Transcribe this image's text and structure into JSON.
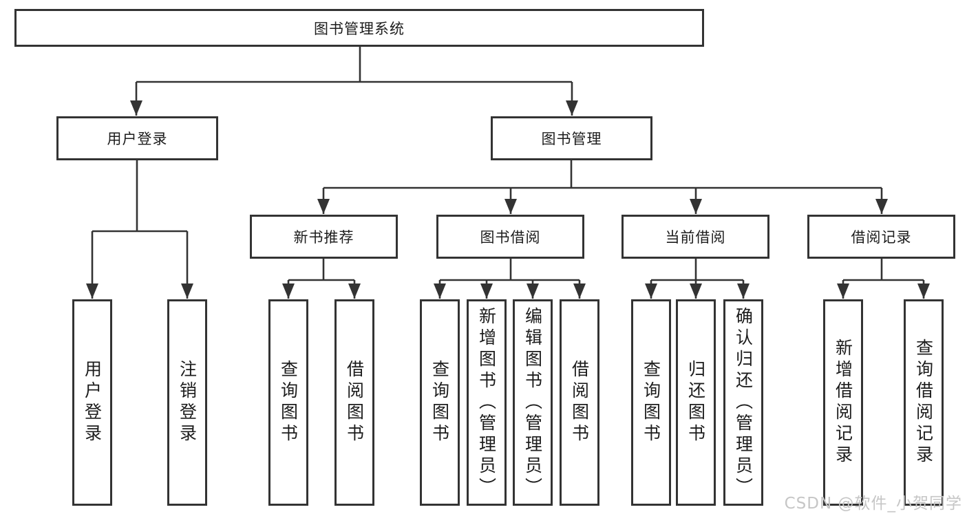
{
  "diagram": {
    "title": "图书管理系统",
    "level2": {
      "user_login": "用户登录",
      "book_mgmt": "图书管理"
    },
    "level3": {
      "new_books": "新书推荐",
      "book_borrow": "图书借阅",
      "current_borrow": "当前借阅",
      "borrow_records": "借阅记录"
    },
    "leaves": {
      "user_login": [
        "用户登录",
        "注销登录"
      ],
      "new_books": [
        "查询图书",
        "借阅图书"
      ],
      "book_borrow": [
        "查询图书",
        "新增图书（管理员）",
        "编辑图书（管理员）",
        "借阅图书"
      ],
      "current_borrow": [
        "查询图书",
        "归还图书",
        "确认归还（管理员）"
      ],
      "borrow_records": [
        "新增借阅记录",
        "查询借阅记录"
      ]
    },
    "watermark": "CSDN @软件_小贺同学",
    "colors": {
      "line": "#333333",
      "box_border": "#333333",
      "background": "#ffffff",
      "text": "#1c1c1c",
      "watermark": "#c6c6c6"
    }
  }
}
